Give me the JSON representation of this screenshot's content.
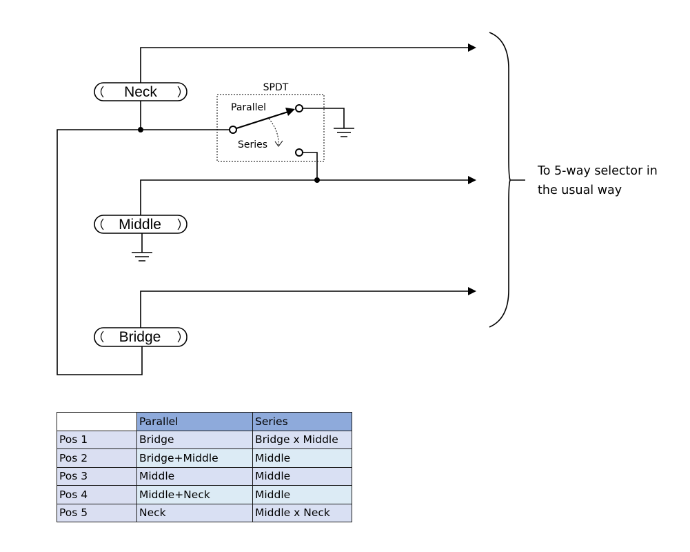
{
  "pickups": {
    "neck": "Neck",
    "middle": "Middle",
    "bridge": "Bridge"
  },
  "switch": {
    "label": "SPDT",
    "parallel": "Parallel",
    "series": "Series"
  },
  "note": {
    "line1": "To 5-way selector in",
    "line2": "the usual way"
  },
  "table": {
    "headers": [
      "",
      "Parallel",
      "Series"
    ],
    "rows": [
      [
        "Pos 1",
        "Bridge",
        "Bridge x Middle"
      ],
      [
        "Pos 2",
        "Bridge+Middle",
        "Middle"
      ],
      [
        "Pos 3",
        "Middle",
        "Middle"
      ],
      [
        "Pos 4",
        "Middle+Neck",
        "Middle"
      ],
      [
        "Pos 5",
        "Neck",
        "Middle x Neck"
      ]
    ]
  },
  "colors": {
    "header": "#8eaadb",
    "row_label": "#dadff2",
    "row_odd": "#d9e0f3",
    "row_even": "#dcebf5"
  }
}
